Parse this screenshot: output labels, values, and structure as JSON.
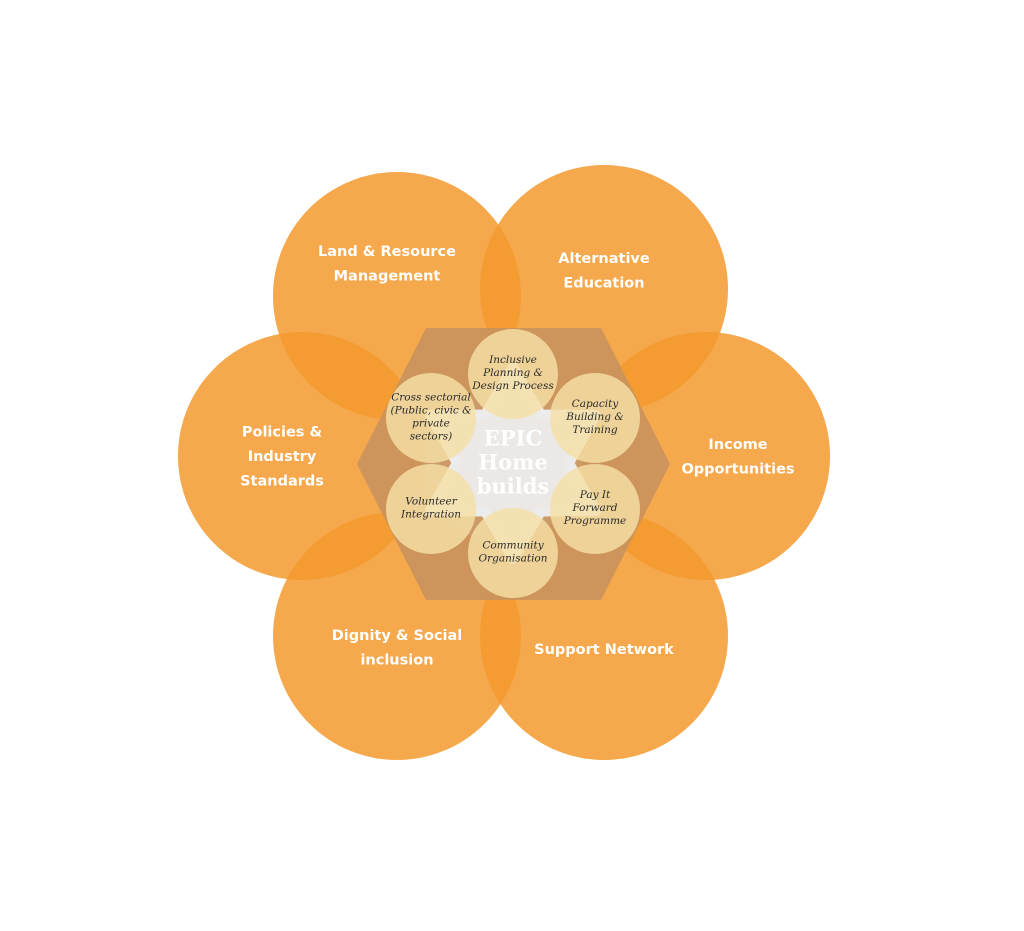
{
  "colors": {
    "outer_circle": "#f39a2e",
    "hexagon": "#c9935d",
    "inner_circle": "#f5dfa6",
    "center_star": "#ececec",
    "outer_text": "#ffffff",
    "inner_text": "#2b2b2b",
    "center_text": "#ffffff"
  },
  "outer_circles": [
    {
      "id": "land",
      "lines": [
        "Land & Resource",
        "Management"
      ]
    },
    {
      "id": "education",
      "lines": [
        "Alternative",
        "Education"
      ]
    },
    {
      "id": "policies",
      "lines": [
        "Policies &",
        "Industry",
        "Standards"
      ]
    },
    {
      "id": "income",
      "lines": [
        "Income",
        "Opportunities"
      ]
    },
    {
      "id": "dignity",
      "lines": [
        "Dignity & Social",
        "inclusion"
      ]
    },
    {
      "id": "support",
      "lines": [
        "Support Network"
      ]
    }
  ],
  "inner_circles": [
    {
      "id": "planning",
      "lines": [
        "Inclusive",
        "Planning &",
        "Design Process"
      ]
    },
    {
      "id": "capacity",
      "lines": [
        "Capacity",
        "Building &",
        "Training"
      ]
    },
    {
      "id": "payitforward",
      "lines": [
        "Pay It",
        "Forward",
        "Programme"
      ]
    },
    {
      "id": "community",
      "lines": [
        "Community",
        "Organisation"
      ]
    },
    {
      "id": "volunteer",
      "lines": [
        "Volunteer",
        "Integration"
      ]
    },
    {
      "id": "crosssectorial",
      "lines": [
        "Cross sectorial",
        "(Public, civic &",
        "private",
        "sectors)"
      ]
    }
  ],
  "center": {
    "lines": [
      "EPIC",
      "Home",
      "builds"
    ]
  }
}
